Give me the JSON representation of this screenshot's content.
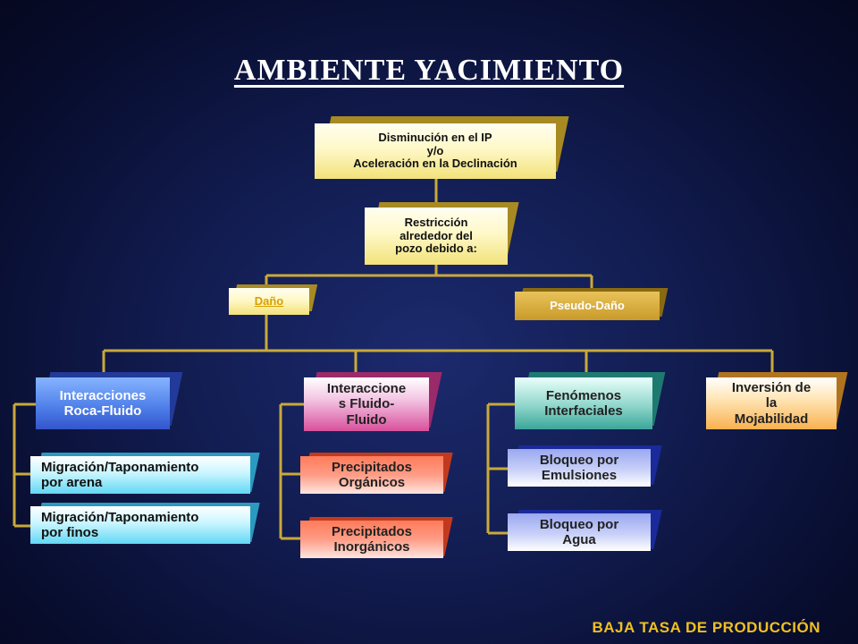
{
  "title": "AMBIENTE YACIMIENTO",
  "footer": "BAJA TASA DE PRODUCCIÓN",
  "nodes": {
    "root": "Disminución en el IP\ny/o\nAceleración en la Declinación",
    "restriction": "Restricción\nalrededor del\npozo debido a:",
    "dano": "Daño",
    "pseudo": "Pseudo-Daño",
    "roca_fluido": "Interacciones\nRoca-Fluido",
    "fluido_fluido": "Interaccione\ns Fluido-\nFluido",
    "fenomenos": "Fenómenos\nInterfaciales",
    "mojabilidad": "Inversión de\nla\nMojabilidad",
    "mig_arena": "Migración/Taponamiento\npor arena",
    "mig_finos": "Migración/Taponamiento\npor finos",
    "prec_org": "Precipitados\nOrgánicos",
    "prec_inorg": "Precipitados\nInorgánicos",
    "bloq_emul": "Bloqueo por\nEmulsiones",
    "bloq_agua": "Bloqueo por\nAgua"
  },
  "colors": {
    "connector": "#c9a93a",
    "footer": "#f0c020",
    "background": "#121d52"
  }
}
